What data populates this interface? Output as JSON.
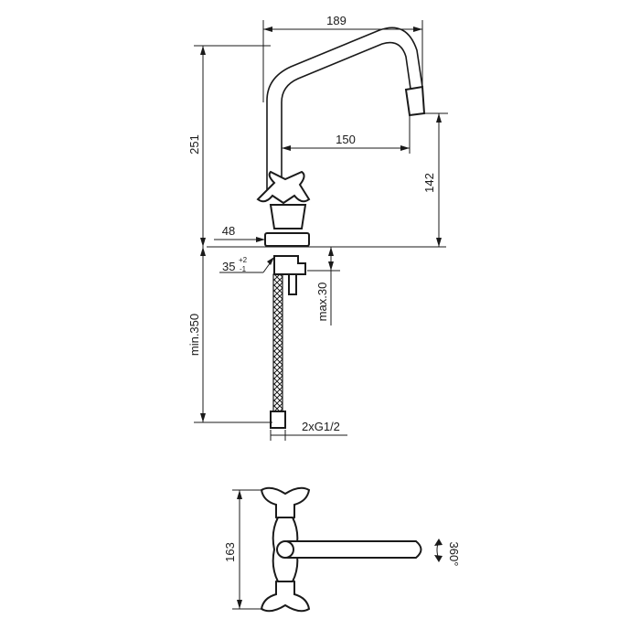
{
  "drawing": {
    "dimensions": {
      "width_189": "189",
      "reach_150": "150",
      "height_251": "251",
      "spout_142": "142",
      "base_48": "48",
      "hole_35": "35",
      "hole_35_tol_plus": "+2",
      "hole_35_tol_minus": "-1",
      "max_30": "max.30",
      "min_350": "min.350",
      "connection": "2xG1/2",
      "plan_163": "163",
      "rotation": "360°"
    }
  }
}
